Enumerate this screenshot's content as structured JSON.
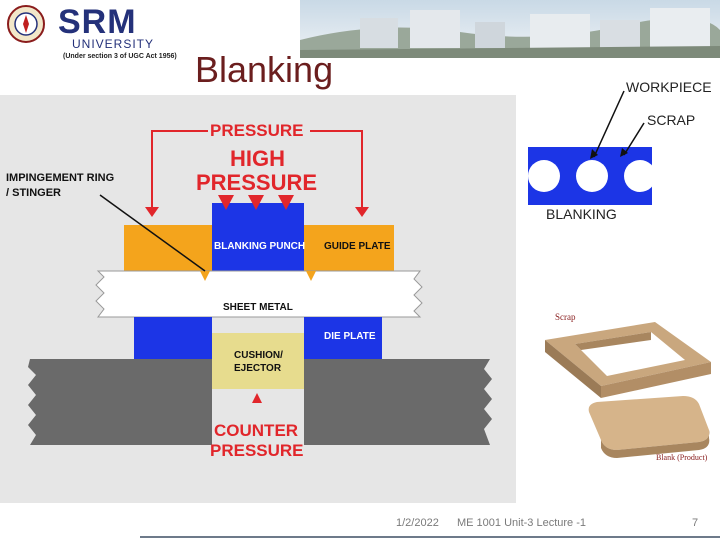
{
  "header": {
    "brand_name": "SRM",
    "brand_sub": "UNIVERSITY",
    "brand_note": "(Under section 3 of UGC Act 1956)"
  },
  "slide": {
    "title": "Blanking"
  },
  "diagram": {
    "pressure": "PRESSURE",
    "high_pressure_1": "HIGH",
    "high_pressure_2": "PRESSURE",
    "ring_label_1": "IMPINGEMENT RING",
    "ring_label_2": "/ STINGER",
    "blanking_punch": "BLANKING PUNCH",
    "guide_plate": "GUIDE PLATE",
    "sheet_metal": "SHEET METAL",
    "die_plate": "DIE PLATE",
    "cushion_1": "CUSHION/",
    "cushion_2": "EJECTOR",
    "counter_1": "COUNTER",
    "counter_2": "PRESSURE"
  },
  "schematic": {
    "workpiece": "WORKPIECE",
    "scrap": "SCRAP",
    "blanking": "BLANKING"
  },
  "part": {
    "scrap": "Scrap",
    "blank": "Blank (Product)"
  },
  "footer": {
    "date": "1/2/2022",
    "course": "ME 1001 Unit-3 Lecture -1",
    "page": "7"
  },
  "colors": {
    "red": "#e1262b",
    "blue": "#1c35e6",
    "orange": "#f4a41c",
    "cushion": "#e7dc8e",
    "gray": "#6a6a6a",
    "title": "#6b1e1e"
  }
}
